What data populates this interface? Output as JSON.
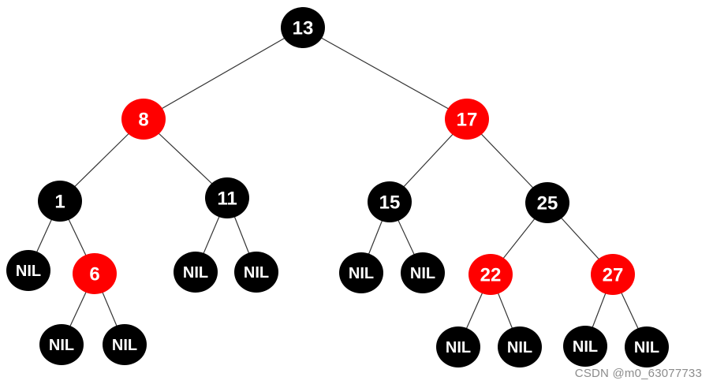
{
  "colors": {
    "red": "#ff0000",
    "black": "#000000",
    "label": "#ffffff",
    "edge": "#333333"
  },
  "nodes": [
    {
      "id": "n13",
      "label": "13",
      "color": "black"
    },
    {
      "id": "n8",
      "label": "8",
      "color": "red"
    },
    {
      "id": "n17",
      "label": "17",
      "color": "red"
    },
    {
      "id": "n1",
      "label": "1",
      "color": "black"
    },
    {
      "id": "n11",
      "label": "11",
      "color": "black"
    },
    {
      "id": "n15",
      "label": "15",
      "color": "black"
    },
    {
      "id": "n25",
      "label": "25",
      "color": "black"
    },
    {
      "id": "nil1",
      "label": "NIL",
      "color": "black"
    },
    {
      "id": "n6",
      "label": "6",
      "color": "red"
    },
    {
      "id": "nil2",
      "label": "NIL",
      "color": "black"
    },
    {
      "id": "nil3",
      "label": "NIL",
      "color": "black"
    },
    {
      "id": "nil4",
      "label": "NIL",
      "color": "black"
    },
    {
      "id": "nil5",
      "label": "NIL",
      "color": "black"
    },
    {
      "id": "n22",
      "label": "22",
      "color": "red"
    },
    {
      "id": "n27",
      "label": "27",
      "color": "red"
    },
    {
      "id": "nil6",
      "label": "NIL",
      "color": "black"
    },
    {
      "id": "nil7",
      "label": "NIL",
      "color": "black"
    },
    {
      "id": "nil8",
      "label": "NIL",
      "color": "black"
    },
    {
      "id": "nil9",
      "label": "NIL",
      "color": "black"
    },
    {
      "id": "nil10",
      "label": "NIL",
      "color": "black"
    },
    {
      "id": "nil11",
      "label": "NIL",
      "color": "black"
    }
  ],
  "edges": [
    [
      "n13",
      "n8"
    ],
    [
      "n13",
      "n17"
    ],
    [
      "n8",
      "n1"
    ],
    [
      "n8",
      "n11"
    ],
    [
      "n17",
      "n15"
    ],
    [
      "n17",
      "n25"
    ],
    [
      "n1",
      "nil1"
    ],
    [
      "n1",
      "n6"
    ],
    [
      "n6",
      "nil2"
    ],
    [
      "n6",
      "nil3"
    ],
    [
      "n11",
      "nil4"
    ],
    [
      "n11",
      "nil5"
    ],
    [
      "n15",
      "nil6"
    ],
    [
      "n15",
      "nil7"
    ],
    [
      "n25",
      "n22"
    ],
    [
      "n25",
      "n27"
    ],
    [
      "n22",
      "nil8"
    ],
    [
      "n22",
      "nil9"
    ],
    [
      "n27",
      "nil10"
    ],
    [
      "n27",
      "nil11"
    ]
  ],
  "watermark": "CSDN @m0_63077733"
}
